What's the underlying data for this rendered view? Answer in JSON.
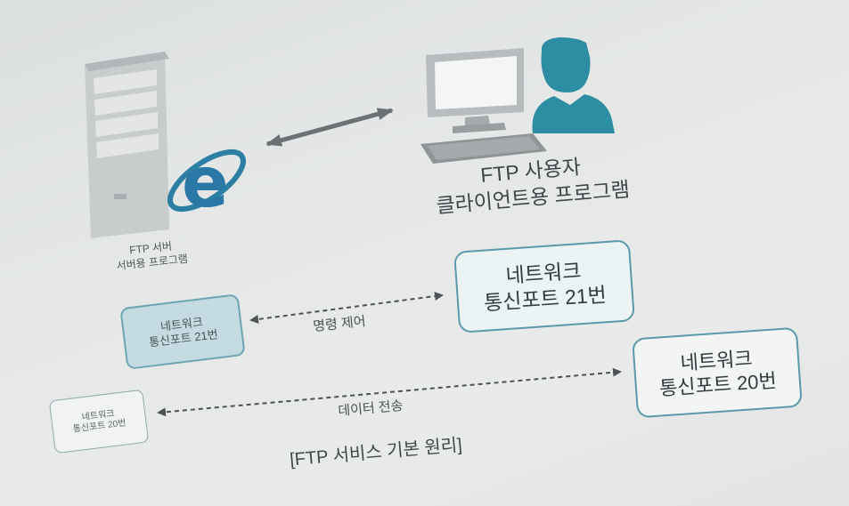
{
  "server": {
    "line1": "FTP 서버",
    "line2": "서버용 프로그램"
  },
  "client": {
    "line1": "FTP 사용자",
    "line2": "클라이언트용 프로그램"
  },
  "server_ports": {
    "command": {
      "line1": "네트워크",
      "line2": "통신포트 21번"
    },
    "data": {
      "line1": "네트워크",
      "line2": "통신포트 20번"
    }
  },
  "client_ports": {
    "command": {
      "line1": "네트워크",
      "line2": "통신포트 21번"
    },
    "data": {
      "line1": "네트워크",
      "line2": "통신포트 20번"
    }
  },
  "connections": {
    "command_label": "명령 제어",
    "data_label": "데이터 전송"
  },
  "caption": "[FTP 서비스 기본 원리]",
  "colors": {
    "accent": "#3a8aa0",
    "arrow": "#555c60",
    "tower": "#c8cbcd"
  }
}
